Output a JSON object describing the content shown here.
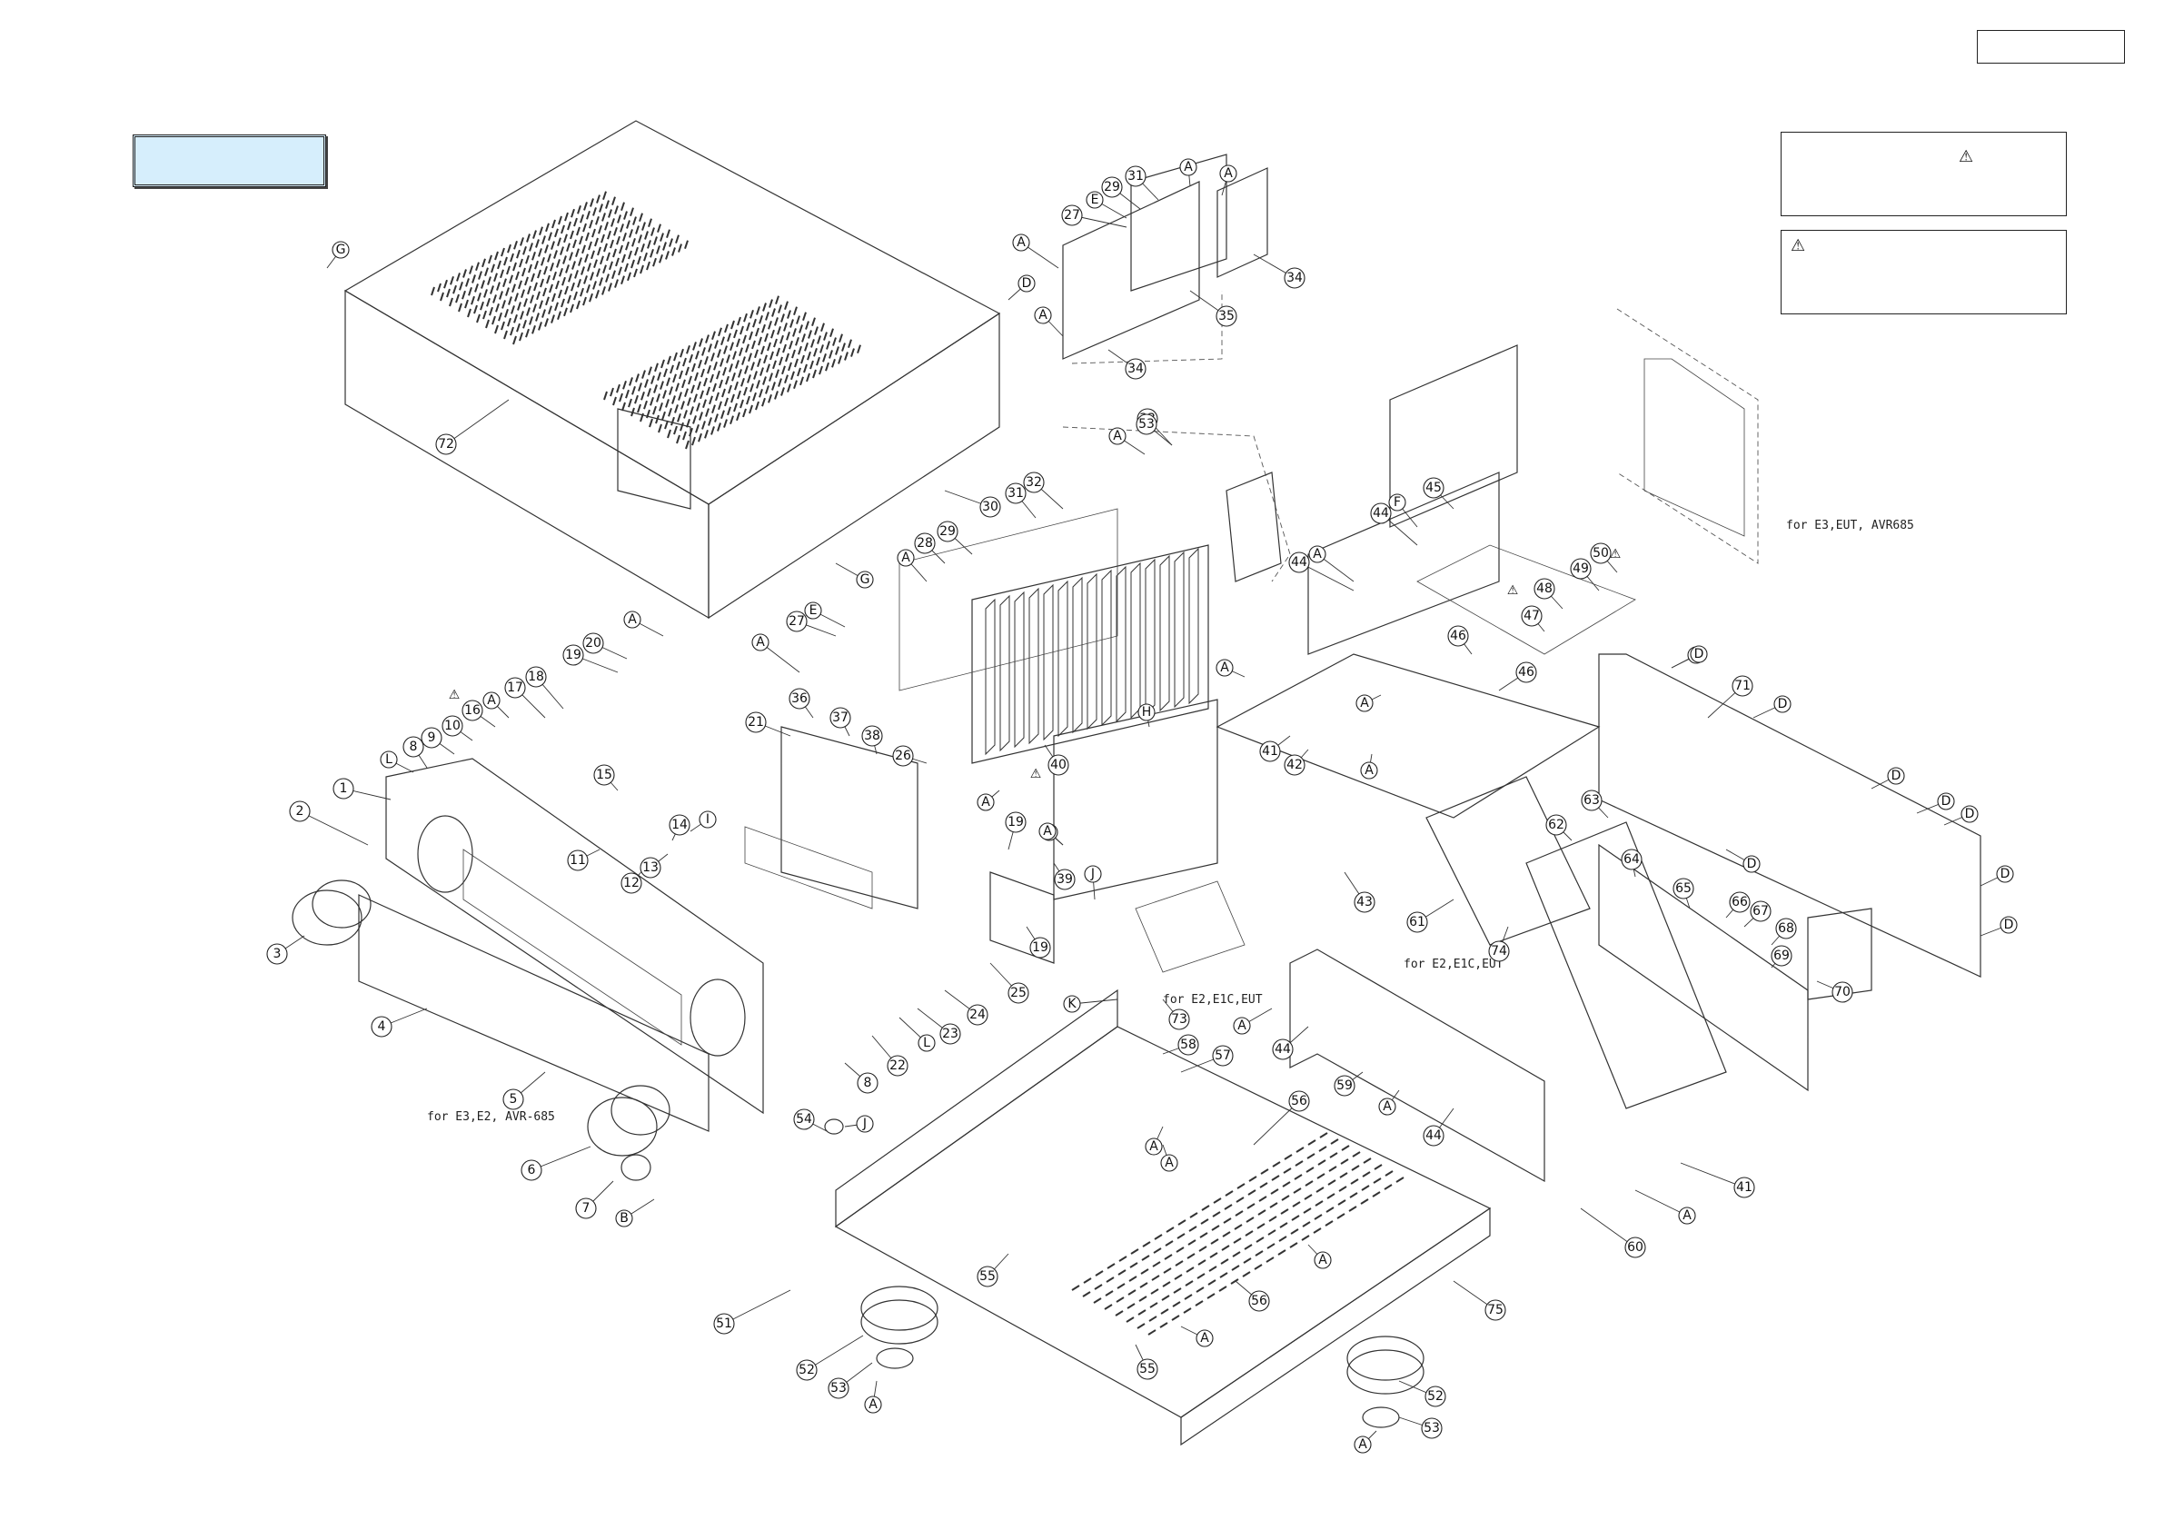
{
  "page": {
    "top_box_text": "",
    "title_box_text": "",
    "note_a_text": "",
    "note_b_text": ""
  },
  "warning_symbol": "⚠",
  "variant_labels": {
    "e3_eut_avr685": "for E3,EUT, AVR685",
    "e2_e1c_eut_a": "for E2,E1C,EUT",
    "e2_e1c_eut_b": "for E2,E1C,EUT",
    "e3_e2_avr685": "for E3,E2, AVR-685"
  },
  "callouts": [
    {
      "id": "c1",
      "label": "1"
    },
    {
      "id": "c2",
      "label": "2"
    },
    {
      "id": "c3",
      "label": "3"
    },
    {
      "id": "c4",
      "label": "4"
    },
    {
      "id": "c5",
      "label": "5"
    },
    {
      "id": "c6",
      "label": "6"
    },
    {
      "id": "c7",
      "label": "7"
    },
    {
      "id": "c8a",
      "label": "8"
    },
    {
      "id": "c8b",
      "label": "8"
    },
    {
      "id": "c9",
      "label": "9"
    },
    {
      "id": "c10",
      "label": "10"
    },
    {
      "id": "c11",
      "label": "11"
    },
    {
      "id": "c12",
      "label": "12"
    },
    {
      "id": "c13",
      "label": "13"
    },
    {
      "id": "c14",
      "label": "14"
    },
    {
      "id": "c15",
      "label": "15"
    },
    {
      "id": "c16",
      "label": "16"
    },
    {
      "id": "c17",
      "label": "17"
    },
    {
      "id": "c18",
      "label": "18"
    },
    {
      "id": "c19a",
      "label": "19"
    },
    {
      "id": "c19b",
      "label": "19"
    },
    {
      "id": "c19c",
      "label": "19"
    },
    {
      "id": "c20",
      "label": "20"
    },
    {
      "id": "c21",
      "label": "21"
    },
    {
      "id": "c22",
      "label": "22"
    },
    {
      "id": "c23",
      "label": "23"
    },
    {
      "id": "c24",
      "label": "24"
    },
    {
      "id": "c25",
      "label": "25"
    },
    {
      "id": "c26",
      "label": "26"
    },
    {
      "id": "c27a",
      "label": "27"
    },
    {
      "id": "c27b",
      "label": "27"
    },
    {
      "id": "c28",
      "label": "28"
    },
    {
      "id": "c29a",
      "label": "29"
    },
    {
      "id": "c29b",
      "label": "29"
    },
    {
      "id": "c30",
      "label": "30"
    },
    {
      "id": "c31a",
      "label": "31"
    },
    {
      "id": "c31b",
      "label": "31"
    },
    {
      "id": "c32",
      "label": "32"
    },
    {
      "id": "c33",
      "label": "33"
    },
    {
      "id": "c34a",
      "label": "34"
    },
    {
      "id": "c34b",
      "label": "34"
    },
    {
      "id": "c35",
      "label": "35"
    },
    {
      "id": "c36",
      "label": "36"
    },
    {
      "id": "c37",
      "label": "37"
    },
    {
      "id": "c38",
      "label": "38"
    },
    {
      "id": "c39",
      "label": "39"
    },
    {
      "id": "c40",
      "label": "40"
    },
    {
      "id": "c41a",
      "label": "41"
    },
    {
      "id": "c41b",
      "label": "41"
    },
    {
      "id": "c42",
      "label": "42"
    },
    {
      "id": "c43",
      "label": "43"
    },
    {
      "id": "c44a",
      "label": "44"
    },
    {
      "id": "c44b",
      "label": "44"
    },
    {
      "id": "c44c",
      "label": "44"
    },
    {
      "id": "c44d",
      "label": "44"
    },
    {
      "id": "c45",
      "label": "45"
    },
    {
      "id": "c46a",
      "label": "46"
    },
    {
      "id": "c46b",
      "label": "46"
    },
    {
      "id": "c47",
      "label": "47"
    },
    {
      "id": "c48",
      "label": "48"
    },
    {
      "id": "c49",
      "label": "49"
    },
    {
      "id": "c50",
      "label": "50"
    },
    {
      "id": "c51",
      "label": "51"
    },
    {
      "id": "c52a",
      "label": "52"
    },
    {
      "id": "c52b",
      "label": "52"
    },
    {
      "id": "c53a",
      "label": "53"
    },
    {
      "id": "c53b",
      "label": "53"
    },
    {
      "id": "c53c",
      "label": "53"
    },
    {
      "id": "c54",
      "label": "54"
    },
    {
      "id": "c55a",
      "label": "55"
    },
    {
      "id": "c55b",
      "label": "55"
    },
    {
      "id": "c56a",
      "label": "56"
    },
    {
      "id": "c56b",
      "label": "56"
    },
    {
      "id": "c57",
      "label": "57"
    },
    {
      "id": "c58",
      "label": "58"
    },
    {
      "id": "c59",
      "label": "59"
    },
    {
      "id": "c60",
      "label": "60"
    },
    {
      "id": "c61",
      "label": "61"
    },
    {
      "id": "c62",
      "label": "62"
    },
    {
      "id": "c63",
      "label": "63"
    },
    {
      "id": "c64",
      "label": "64"
    },
    {
      "id": "c65",
      "label": "65"
    },
    {
      "id": "c66",
      "label": "66"
    },
    {
      "id": "c67",
      "label": "67"
    },
    {
      "id": "c68",
      "label": "68"
    },
    {
      "id": "c69",
      "label": "69"
    },
    {
      "id": "c70",
      "label": "70"
    },
    {
      "id": "c71",
      "label": "71"
    },
    {
      "id": "c72",
      "label": "72"
    },
    {
      "id": "c73",
      "label": "73"
    },
    {
      "id": "c74",
      "label": "74"
    },
    {
      "id": "c75",
      "label": "75"
    },
    {
      "id": "sA1",
      "label": "A"
    },
    {
      "id": "sA2",
      "label": "A"
    },
    {
      "id": "sA3",
      "label": "A"
    },
    {
      "id": "sA4",
      "label": "A"
    },
    {
      "id": "sA5",
      "label": "A"
    },
    {
      "id": "sA6",
      "label": "A"
    },
    {
      "id": "sA7",
      "label": "A"
    },
    {
      "id": "sA8",
      "label": "A"
    },
    {
      "id": "sA9",
      "label": "A"
    },
    {
      "id": "sA10",
      "label": "A"
    },
    {
      "id": "sA11",
      "label": "A"
    },
    {
      "id": "sA12",
      "label": "A"
    },
    {
      "id": "sA13",
      "label": "A"
    },
    {
      "id": "sA14",
      "label": "A"
    },
    {
      "id": "sA15",
      "label": "A"
    },
    {
      "id": "sA16",
      "label": "A"
    },
    {
      "id": "sA17",
      "label": "A"
    },
    {
      "id": "sA18",
      "label": "A"
    },
    {
      "id": "sA19",
      "label": "A"
    },
    {
      "id": "sA20",
      "label": "A"
    },
    {
      "id": "sA21",
      "label": "A"
    },
    {
      "id": "sA22",
      "label": "A"
    },
    {
      "id": "sA23",
      "label": "A"
    },
    {
      "id": "sA24",
      "label": "A"
    },
    {
      "id": "sA25",
      "label": "A"
    },
    {
      "id": "sB1",
      "label": "B"
    },
    {
      "id": "sD1",
      "label": "D"
    },
    {
      "id": "sD2",
      "label": "D"
    },
    {
      "id": "sD3",
      "label": "D"
    },
    {
      "id": "sD4",
      "label": "D"
    },
    {
      "id": "sD5",
      "label": "D"
    },
    {
      "id": "sD6",
      "label": "D"
    },
    {
      "id": "sD7",
      "label": "D"
    },
    {
      "id": "sD8",
      "label": "D"
    },
    {
      "id": "sD9",
      "label": "D"
    },
    {
      "id": "sD10",
      "label": "D"
    },
    {
      "id": "sE1",
      "label": "E"
    },
    {
      "id": "sE2",
      "label": "E"
    },
    {
      "id": "sF1",
      "label": "F"
    },
    {
      "id": "sG1",
      "label": "G"
    },
    {
      "id": "sG2",
      "label": "G"
    },
    {
      "id": "sH1",
      "label": "H"
    },
    {
      "id": "sI1",
      "label": "I"
    },
    {
      "id": "sJ1",
      "label": "J"
    },
    {
      "id": "sJ2",
      "label": "J"
    },
    {
      "id": "sK1",
      "label": "K"
    },
    {
      "id": "sL1",
      "label": "L"
    },
    {
      "id": "sL2",
      "label": "L"
    }
  ]
}
